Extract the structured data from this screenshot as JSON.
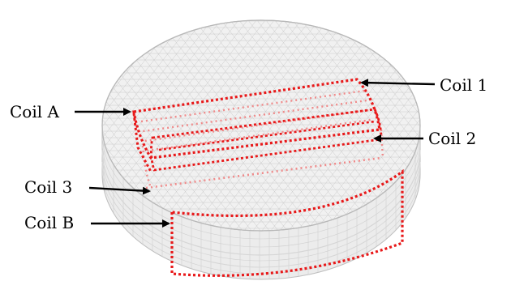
{
  "figure": {
    "colors": {
      "coil": "#e8191a",
      "coil_faint": "#f08a8a",
      "arrow": "#000000",
      "mesh_line": "#c9c9c9",
      "body_fill": "#f1f1f1",
      "side_fill": "#e9e9e9"
    },
    "labels": {
      "coil_1": "Coil 1",
      "coil_2": "Coil 2",
      "coil_3": "Coil 3",
      "coil_a": "Coil A",
      "coil_b": "Coil B"
    }
  }
}
